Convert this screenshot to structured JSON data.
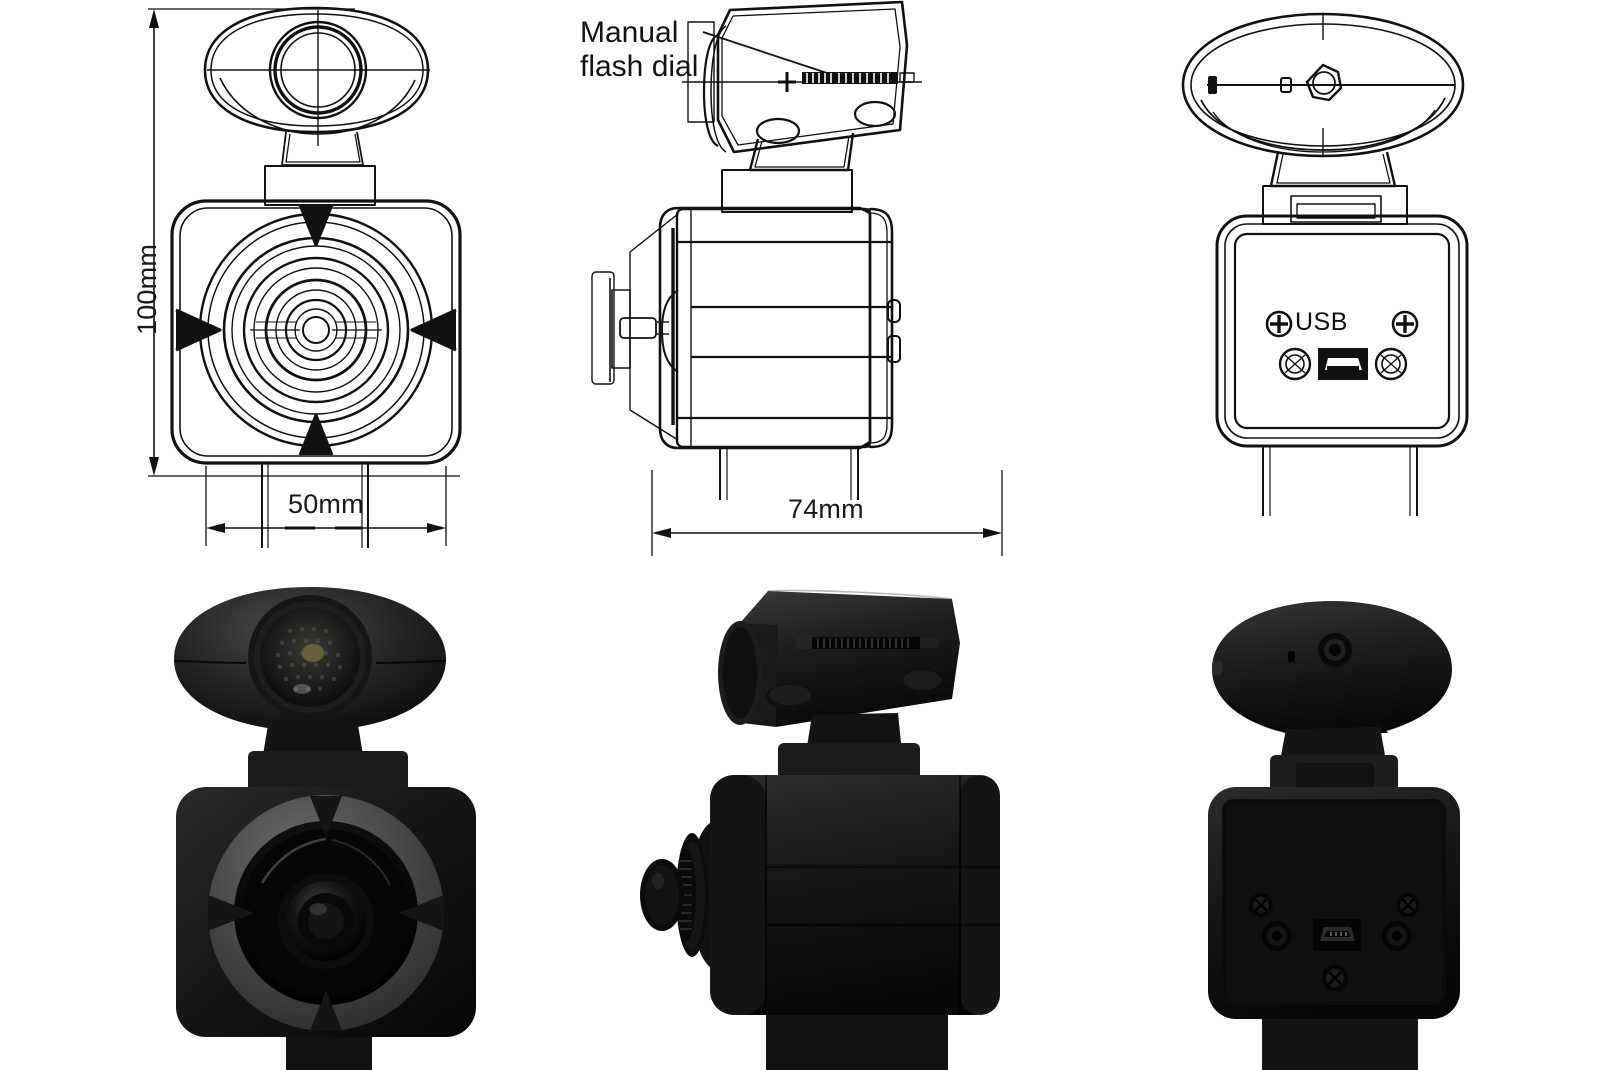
{
  "document": {
    "type": "product-spec-sheet",
    "subject": "dash camera",
    "background_color": "#ffffff",
    "line_color": "#111111",
    "layout": {
      "columns": 3,
      "rows": 2,
      "top_row": "technical line drawings",
      "bottom_row": "product photographs"
    }
  },
  "drawings": {
    "front": {
      "view_name": "front view",
      "height_dimension": "100mm",
      "width_dimension": "50mm"
    },
    "side": {
      "view_name": "side view",
      "callout": {
        "line1": "Manual",
        "line2": "flash dial"
      },
      "width_dimension": "74mm"
    },
    "rear": {
      "view_name": "rear view",
      "port_label": "USB"
    }
  },
  "photos": {
    "front": {
      "view_name": "front photo",
      "body_color": "#111111",
      "bezel_color": "#4a4a4a"
    },
    "side": {
      "view_name": "side photo",
      "body_color": "#151515"
    },
    "rear": {
      "view_name": "rear photo",
      "body_color": "#121212"
    }
  }
}
